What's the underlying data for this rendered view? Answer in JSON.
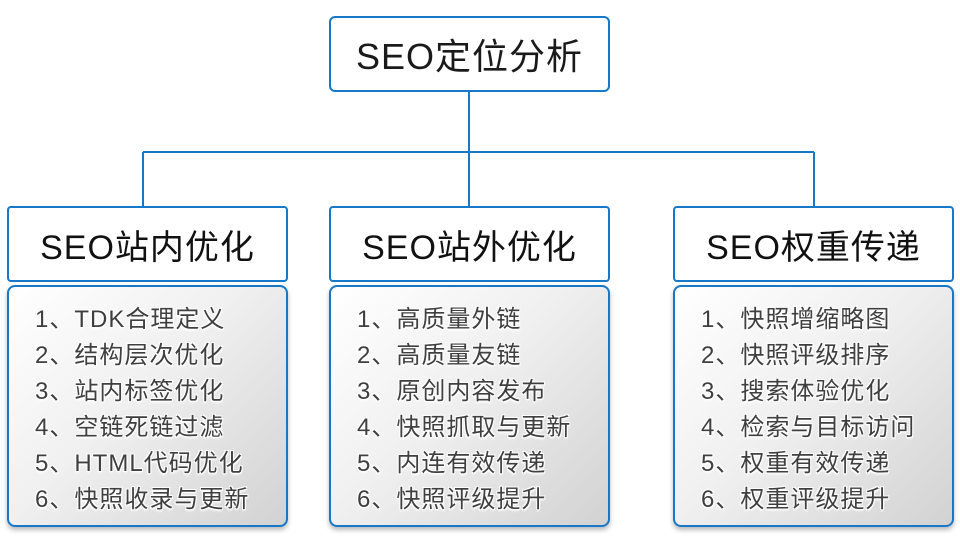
{
  "diagram": {
    "root": {
      "label": "SEO定位分析"
    },
    "branches": [
      {
        "header": "SEO站内优化",
        "items": [
          "1、TDK合理定义",
          "2、结构层次优化",
          "3、站内标签优化",
          "4、空链死链过滤",
          "5、HTML代码优化",
          "6、快照收录与更新"
        ]
      },
      {
        "header": "SEO站外优化",
        "items": [
          "1、高质量外链",
          "2、高质量友链",
          "3、原创内容发布",
          "4、快照抓取与更新",
          "5、内连有效传递",
          "6、快照评级提升"
        ]
      },
      {
        "header": "SEO权重传递",
        "items": [
          "1、快照增缩略图",
          "2、快照评级排序",
          "3、搜索体验优化",
          "4、检索与目标访问",
          "5、权重有效传递",
          "6、权重评级提升"
        ]
      }
    ],
    "colors": {
      "line_blue": "#1777c8",
      "header_text": "#111111",
      "item_text": "#3f3f3f",
      "panel_gradient_start": "#ffffff",
      "panel_gradient_end": "#d2d2d2"
    }
  }
}
